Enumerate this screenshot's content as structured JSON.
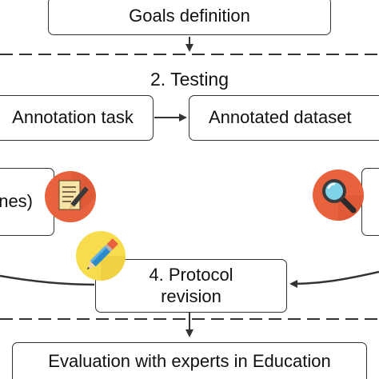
{
  "diagram": {
    "goals_definition": "Goals definition",
    "testing_title": "2. Testing",
    "annotation_task": "Annotation task",
    "annotated_dataset": "Annotated dataset",
    "guidelines_partial": "nes)",
    "protocol_revision_line1": "4. Protocol",
    "protocol_revision_line2": "revision",
    "evaluation": "Evaluation with experts in Education"
  },
  "icons": {
    "document": "document-pencil-icon",
    "magnifier": "magnifier-icon",
    "pencil": "pencil-icon"
  },
  "colors": {
    "document_circle": "#E8623E",
    "magnifier_circle": "#E8623E",
    "pencil_circle": "#F7DD4E",
    "stroke": "#333333"
  }
}
